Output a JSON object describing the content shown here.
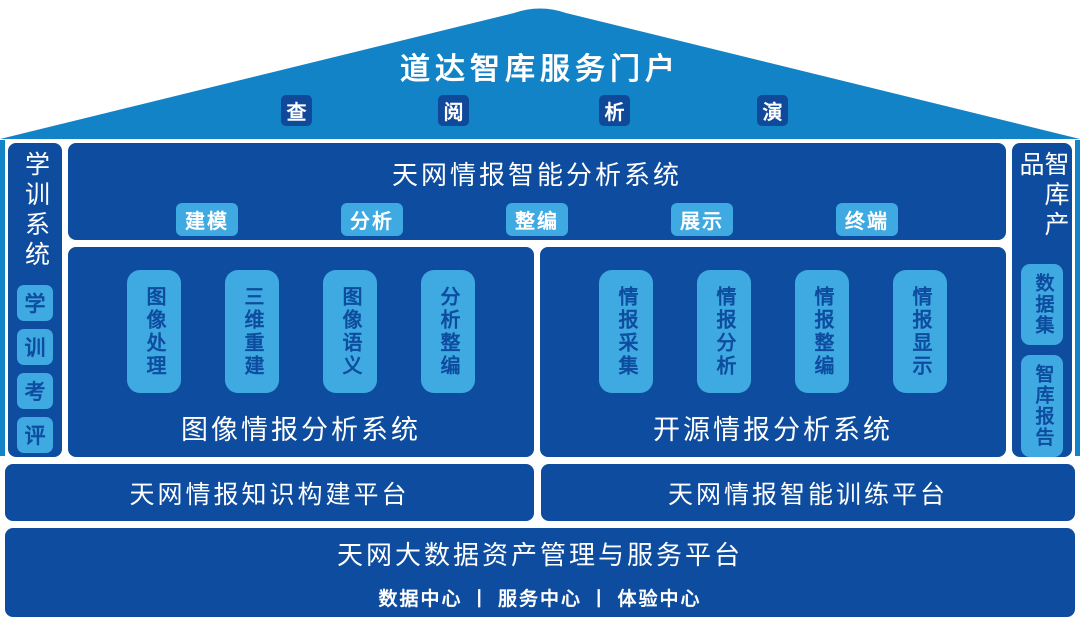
{
  "palette": {
    "roof_blue": "#1383c7",
    "panel_blue": "#0d4c9e",
    "light_badge_blue": "#3fa9e1",
    "navy_badge_blue": "#10489a",
    "text_white": "#ffffff"
  },
  "roof": {
    "title": "道达智库服务门户",
    "badges": [
      "查",
      "阅",
      "析",
      "演"
    ]
  },
  "left_sidebar": {
    "title": "学训系统",
    "badges": [
      "学",
      "训",
      "考",
      "评"
    ]
  },
  "right_sidebar": {
    "title": "智库产品",
    "pills": [
      "数据集",
      "智库报告"
    ]
  },
  "top_band": {
    "title": "天网情报智能分析系统",
    "badges": [
      "建模",
      "分析",
      "整编",
      "展示",
      "终端"
    ]
  },
  "columns": [
    {
      "title": "图像情报分析系统",
      "pills": [
        "图像处理",
        "三维重建",
        "图像语义",
        "分析整编"
      ]
    },
    {
      "title": "开源情报分析系统",
      "pills": [
        "情报采集",
        "情报分析",
        "情报整编",
        "情报显示"
      ]
    }
  ],
  "mid_bars": [
    {
      "label": "天网情报知识构建平台"
    },
    {
      "label": "天网情报智能训练平台"
    }
  ],
  "bottom": {
    "title": "天网大数据资产管理与服务平台",
    "subtitle": "数据中心 丨 服务中心 丨 体验中心"
  }
}
